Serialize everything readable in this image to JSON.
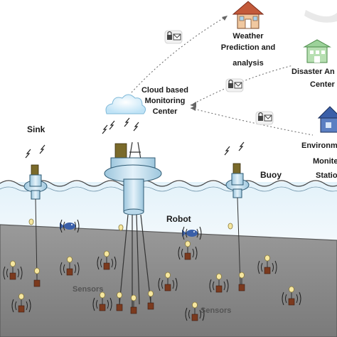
{
  "labels": {
    "sink": "Sink",
    "buoy": "Buoy",
    "robot": "Robot",
    "sensors_1": "Sensors",
    "sensors_2": "Sensors",
    "cloud": [
      "Cloud based",
      "Monitoring",
      "Center"
    ],
    "weather": [
      "Weather",
      "Prediction and",
      "analysis"
    ],
    "disaster": [
      "Disaster An",
      "Center"
    ],
    "environment": [
      "Environm",
      "Monite",
      "Statio"
    ]
  },
  "icons": {
    "cloud": "cloud-icon",
    "house": "house-icon",
    "building": "building-icon",
    "station": "station-icon",
    "lock_mail": "lock-mail-icon",
    "fish": "fish-icon",
    "sensor": "sensor-node-icon",
    "antenna": "antenna-icon"
  },
  "colors": {
    "sea": "#c5e3f3",
    "wave": "#444444",
    "seabed": "#8d8d8d",
    "seabed_edge": "#5a5a5a",
    "buoy": "#cfe6f3",
    "buoy_edge": "#2e5a73",
    "sink_box": "#7a6a2a",
    "sensor_body": "#7b3a1e",
    "sensor_bulb": "#f6e7a0",
    "fish": "#3a5fa8",
    "house_roof": "#c35a3a",
    "house_wall": "#f0c8a0",
    "building": "#b7dfb2",
    "station": "#3a5fa8",
    "link": "#666666",
    "text": "#1a1a1a"
  }
}
